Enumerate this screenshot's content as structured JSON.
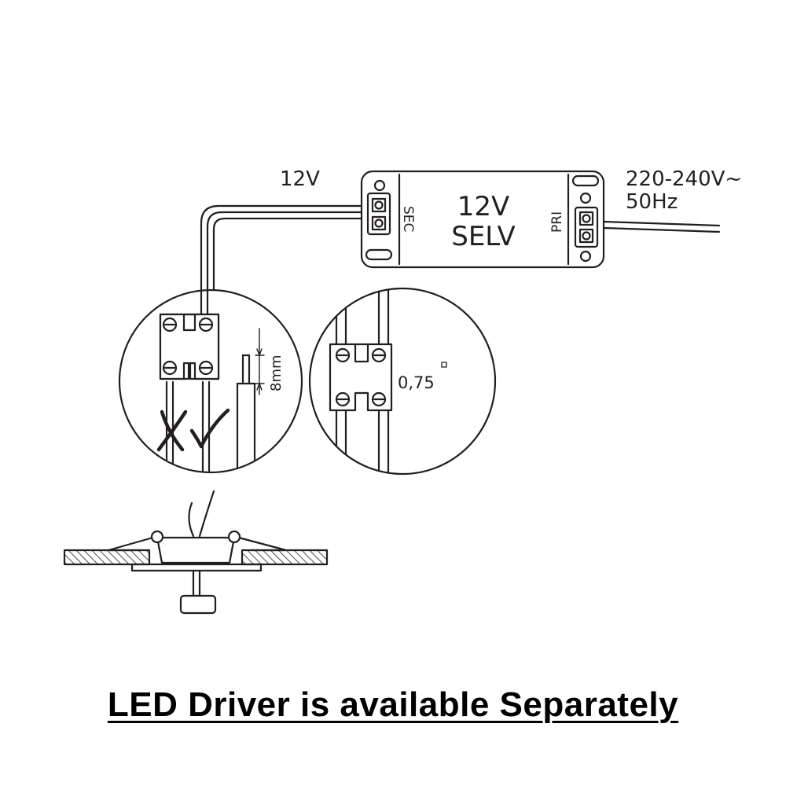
{
  "diagram": {
    "output_voltage_label": "12V",
    "driver": {
      "voltage": "12V",
      "type": "SELV",
      "secondary_label": "SEC",
      "primary_label": "PRI"
    },
    "input": {
      "voltage": "220-240V~",
      "frequency": "50Hz"
    },
    "strip_length_label": "8mm",
    "wire_section_label": "0,75"
  },
  "footer": {
    "text": "LED Driver is available Separately"
  },
  "colors": {
    "line": "#231f20",
    "text": "#000000"
  }
}
